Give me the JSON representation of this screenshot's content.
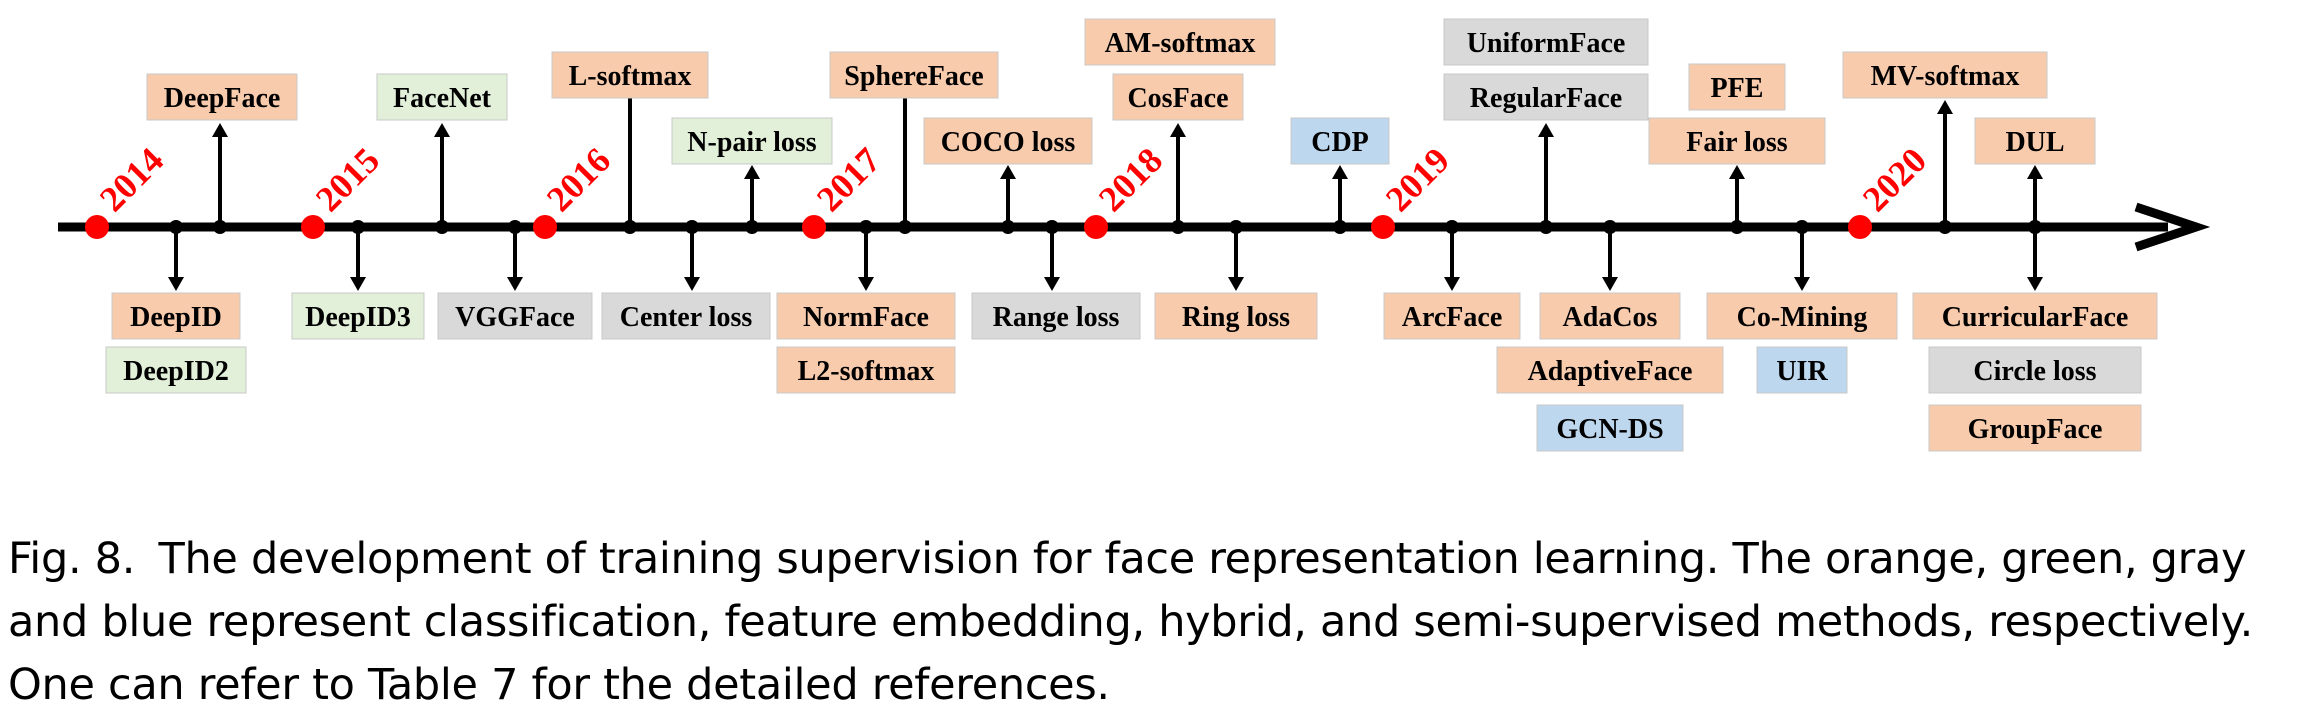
{
  "colors": {
    "classification": "#f8cbad",
    "feature_embedding": "#e2f0d9",
    "hybrid": "#d9d9d9",
    "semi_supervised": "#bdd7ee",
    "year_dot": "#ff0000",
    "axis": "#000000"
  },
  "years": [
    "2014",
    "2015",
    "2016",
    "2017",
    "2018",
    "2019",
    "2020"
  ],
  "methods": {
    "deepface": {
      "label": "DeepFace",
      "category": "classification"
    },
    "deepid": {
      "label": "DeepID",
      "category": "classification"
    },
    "deepid2": {
      "label": "DeepID2",
      "category": "feature_embedding"
    },
    "deepid3": {
      "label": "DeepID3",
      "category": "feature_embedding"
    },
    "facenet": {
      "label": "FaceNet",
      "category": "feature_embedding"
    },
    "vggface": {
      "label": "VGGFace",
      "category": "hybrid"
    },
    "lsoftmax": {
      "label": "L-softmax",
      "category": "classification"
    },
    "npair": {
      "label": "N-pair loss",
      "category": "feature_embedding"
    },
    "centerloss": {
      "label": "Center loss",
      "category": "hybrid"
    },
    "sphereface": {
      "label": "SphereFace",
      "category": "classification"
    },
    "normface": {
      "label": "NormFace",
      "category": "classification"
    },
    "l2softmax": {
      "label": "L2-softmax",
      "category": "classification"
    },
    "coco": {
      "label": "COCO loss",
      "category": "classification"
    },
    "rangeloss": {
      "label": "Range loss",
      "category": "hybrid"
    },
    "amsoftmax": {
      "label": "AM-softmax",
      "category": "classification"
    },
    "cosface": {
      "label": "CosFace",
      "category": "classification"
    },
    "ringloss": {
      "label": "Ring loss",
      "category": "classification"
    },
    "cdp": {
      "label": "CDP",
      "category": "semi_supervised"
    },
    "arcface": {
      "label": "ArcFace",
      "category": "classification"
    },
    "uniformface": {
      "label": "UniformFace",
      "category": "hybrid"
    },
    "regularface": {
      "label": "RegularFace",
      "category": "hybrid"
    },
    "adacos": {
      "label": "AdaCos",
      "category": "classification"
    },
    "adaptiveface": {
      "label": "AdaptiveFace",
      "category": "classification"
    },
    "gcnds": {
      "label": "GCN-DS",
      "category": "semi_supervised"
    },
    "pfe": {
      "label": "PFE",
      "category": "classification"
    },
    "fairloss": {
      "label": "Fair loss",
      "category": "classification"
    },
    "comining": {
      "label": "Co-Mining",
      "category": "classification"
    },
    "uir": {
      "label": "UIR",
      "category": "semi_supervised"
    },
    "mvsoftmax": {
      "label": "MV-softmax",
      "category": "classification"
    },
    "dul": {
      "label": "DUL",
      "category": "classification"
    },
    "curricularface": {
      "label": "CurricularFace",
      "category": "classification"
    },
    "circleloss": {
      "label": "Circle loss",
      "category": "hybrid"
    },
    "groupface": {
      "label": "GroupFace",
      "category": "classification"
    }
  },
  "caption": {
    "label": "Fig. 8.",
    "text": "The development of training supervision for face representation learning. The orange, green, gray and blue represent classification, feature embedding, hybrid, and semi-supervised methods, respectively. One can refer to Table 7 for the detailed references."
  }
}
